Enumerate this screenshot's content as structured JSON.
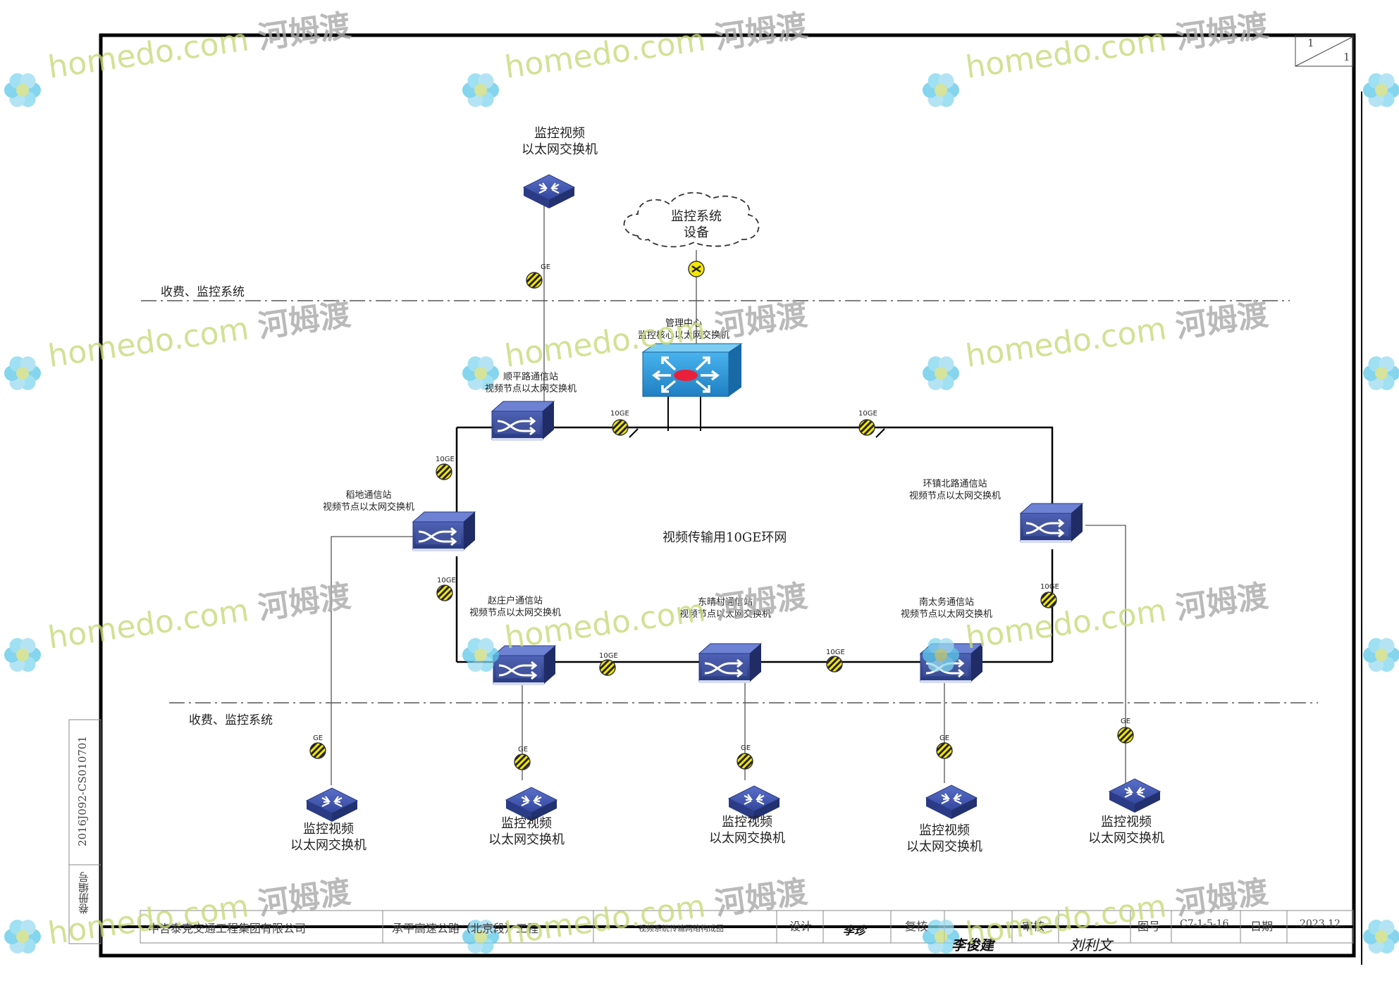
{
  "sheet": {
    "number_top": "1",
    "number_bottom": "1",
    "archive_code": "2016J092-CS010701",
    "archive_label": "卷册编号"
  },
  "sections": {
    "top": "收费、监控系统",
    "bottom": "收费、监控系统"
  },
  "ring_label": "视频传输用10GE环网",
  "monitoring_equipment": {
    "line1": "监控系统",
    "line2": "设备"
  },
  "core_switch": {
    "line1": "管理中心",
    "line2": "监控核心以太网交换机"
  },
  "stations": {
    "shunping": {
      "line1": "顺平路通信站",
      "line2": "视频节点以太网交换机"
    },
    "daodi": {
      "line1": "稻地通信站",
      "line2": "视频节点以太网交换机"
    },
    "huanzhen": {
      "line1": "环镇北路通信站",
      "line2": "视频节点以太网交换机"
    },
    "zhaozhuang": {
      "line1": "赵庄户通信站",
      "line2": "视频节点以太网交换机"
    },
    "dongqi": {
      "line1": "东晴村通信站",
      "line2": "视频节点以太网交换机"
    },
    "nantaiwu": {
      "line1": "南太务通信站",
      "line2": "视频节点以太网交换机"
    }
  },
  "access_switch": {
    "line1": "监控视频",
    "line2": "以太网交换机"
  },
  "link_labels": {
    "ten_ge": "10GE",
    "ge": "GE"
  },
  "title_block": {
    "company": "中咨泰克交通工程集团有限公司",
    "project": "承平高速公路（北京段）工程",
    "drawing_title": "视频系统传输网络构成图",
    "design_label": "设计",
    "designer": "李珍",
    "review_label": "复核",
    "reviewer": "李俊建",
    "approve_label": "审核",
    "approver": "刘利文",
    "figure_label": "图号",
    "figure_number": "C7-1-5-16",
    "date_label": "日期",
    "date": "2023.12"
  },
  "watermark": {
    "text_en": "homedo.com",
    "text_cn": "河姆渡"
  },
  "colors": {
    "switch_blue": "#3b4fa8",
    "core_blue": "#2a8fd0",
    "link_yellow": "#f3e600",
    "core_red": "#e8203a"
  },
  "icons": [
    "access-switch-icon",
    "node-switch-icon",
    "core-switch-icon",
    "cloud-icon",
    "link-marker-icon"
  ]
}
